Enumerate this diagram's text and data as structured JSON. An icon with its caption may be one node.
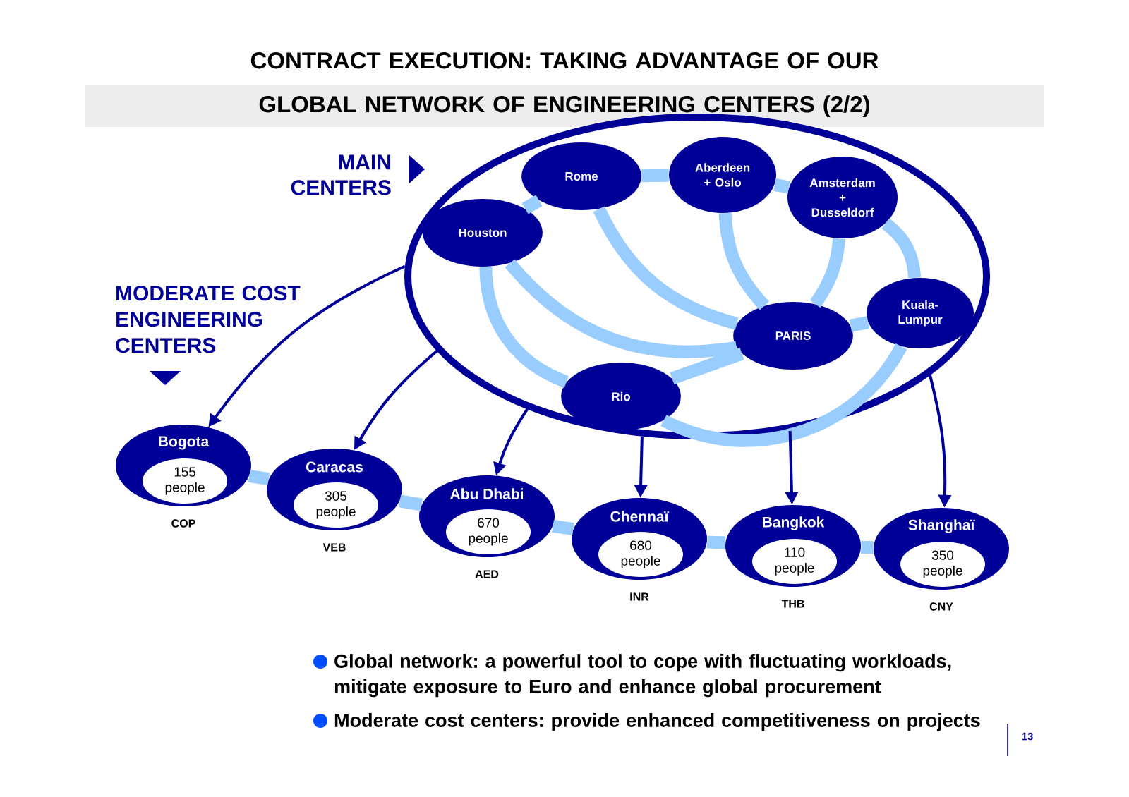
{
  "diagram": {
    "title": "CONTRACT EXECUTION: TAKING ADVANTAGE OF OUR GLOBAL NETWORK OF ENGINEERING CENTERS (2/2)",
    "nodes": [
      {
        "text": [
          "MAIN CENTERS"
        ]
      },
      {
        "text": [
          "Rome"
        ],
        "in": 0
      },
      {
        "text": [
          "Aberdeen + Oslo"
        ],
        "in": 0
      },
      {
        "text": [
          "Amsterdam + Dusseldorf"
        ],
        "in": 0
      },
      {
        "text": [
          "Houston"
        ],
        "in": 0
      },
      {
        "text": [
          "Kuala-Lumpur"
        ],
        "in": 0
      },
      {
        "text": [
          "PARIS"
        ],
        "in": 0
      },
      {
        "text": [
          "Rio"
        ],
        "in": 0
      },
      {
        "text": [
          "Bogota"
        ],
        "beside": [
          "COP"
        ]
      },
      {
        "text": [
          "155 people"
        ],
        "in": 8
      },
      {
        "text": [
          "Caracas"
        ],
        "beside": [
          "VEB"
        ]
      },
      {
        "text": [
          "305 people"
        ],
        "in": 10
      },
      {
        "text": [
          "Abu Dhabi"
        ],
        "beside": [
          "AED"
        ]
      },
      {
        "text": [
          "670 people"
        ],
        "in": 12
      },
      {
        "text": [
          "Chennaï"
        ],
        "beside": [
          "INR"
        ]
      },
      {
        "text": [
          "680 people"
        ],
        "in": 14
      },
      {
        "text": [
          "Bangkok"
        ],
        "beside": [
          "THB"
        ]
      },
      {
        "text": [
          "110 people"
        ],
        "in": 16
      },
      {
        "text": [
          "Shanghaï"
        ],
        "beside": [
          "CNY"
        ]
      },
      {
        "text": [
          "350 people"
        ],
        "in": 18
      }
    ],
    "edges": [
      {
        "from": 4,
        "to": 1,
        "arrow": "none"
      },
      {
        "from": 1,
        "to": 2,
        "arrow": "none"
      },
      {
        "from": 2,
        "to": 3,
        "arrow": "none"
      },
      {
        "from": 3,
        "to": 5,
        "arrow": "none"
      },
      {
        "from": 5,
        "to": 6,
        "arrow": "none"
      },
      {
        "from": 1,
        "to": 6,
        "arrow": "none"
      },
      {
        "from": 2,
        "to": 6,
        "arrow": "none"
      },
      {
        "from": 3,
        "to": 6,
        "arrow": "none"
      },
      {
        "from": 4,
        "to": 6,
        "arrow": "none"
      },
      {
        "from": 4,
        "to": 7,
        "arrow": "none"
      },
      {
        "from": 7,
        "to": 6,
        "arrow": "none"
      },
      {
        "from": 7,
        "to": 5,
        "arrow": "none"
      },
      {
        "from": 8,
        "to": 10,
        "arrow": "none"
      },
      {
        "from": 10,
        "to": 12,
        "arrow": "none"
      },
      {
        "from": 12,
        "to": 14,
        "arrow": "none"
      },
      {
        "from": 14,
        "to": 16,
        "arrow": "none"
      },
      {
        "from": 16,
        "to": 18,
        "arrow": "none"
      },
      {
        "from": 0,
        "to": 8,
        "arrow": "to",
        "color": "#000099"
      },
      {
        "from": 0,
        "to": 10,
        "arrow": "to",
        "color": "#000099"
      },
      {
        "from": 0,
        "to": 12,
        "arrow": "to",
        "color": "#000099"
      },
      {
        "from": 0,
        "to": 14,
        "arrow": "to",
        "color": "#000099"
      },
      {
        "from": 0,
        "to": 16,
        "arrow": "to",
        "color": "#000099"
      },
      {
        "from": 0,
        "to": 18,
        "arrow": "to",
        "color": "#000099"
      }
    ],
    "labels": [
      "MODERATE COST ENGINEERING CENTERS",
      "Global network: a powerful tool to cope with fluctuating workloads, mitigate exposure to Euro and enhance global procurement",
      "Moderate cost centers: provide enhanced competitiveness on projects",
      "13"
    ]
  }
}
